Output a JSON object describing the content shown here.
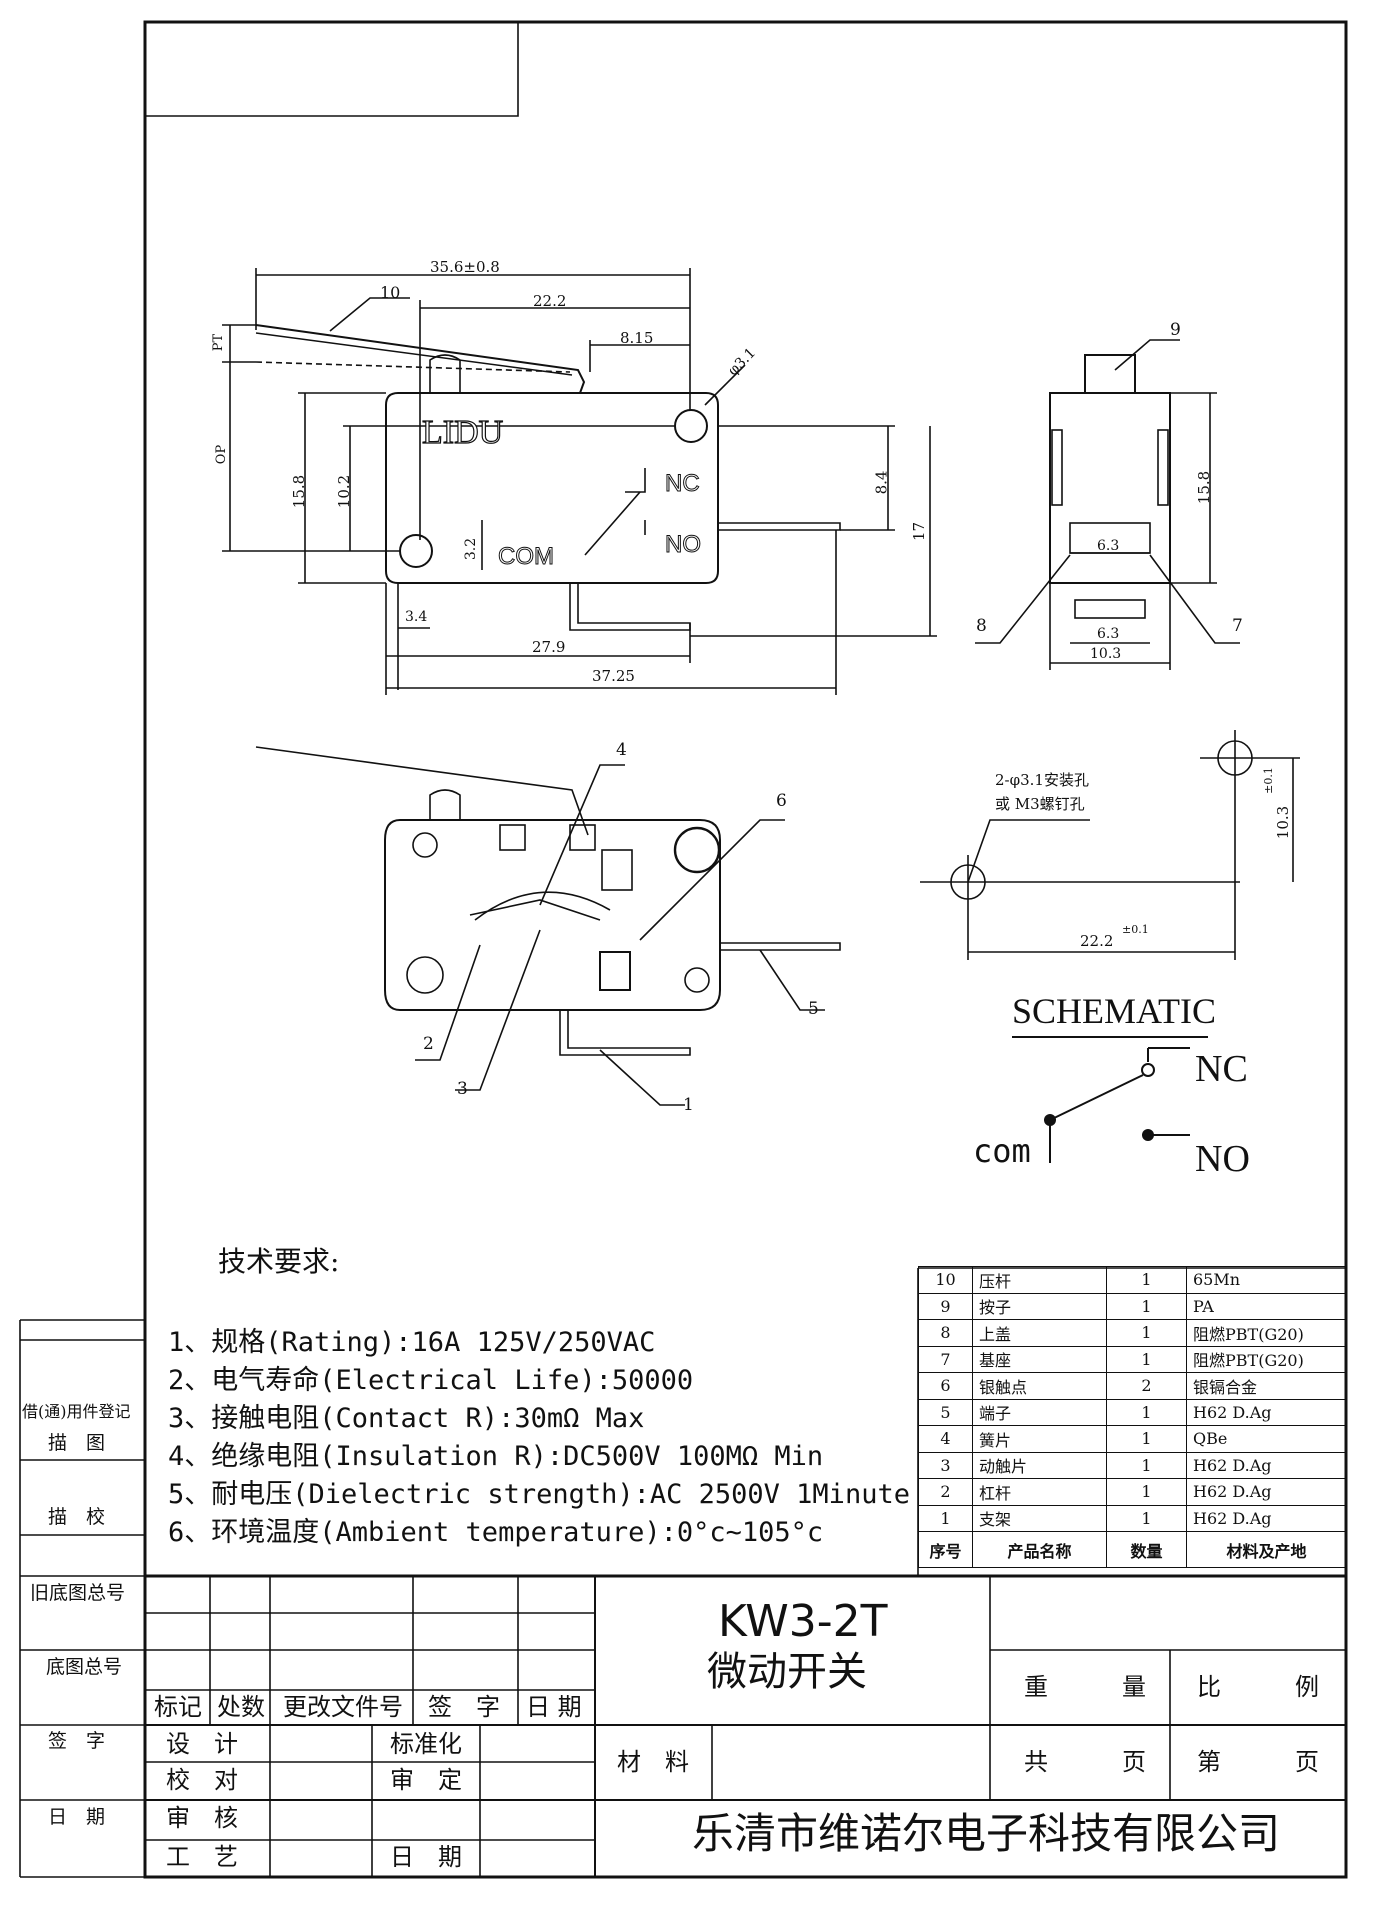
{
  "drawing": {
    "dimensions": {
      "overall_length": "35.6±0.8",
      "lever_span": "22.2",
      "hole_offset": "8.15",
      "hole_dia": "φ3.1",
      "pt": "PT",
      "op": "OP",
      "height_158": "15.8",
      "height_102": "10.2",
      "hole_dy": "3.2",
      "hole_dx": "3.4",
      "body_279": "27.9",
      "body_3725": "37.25",
      "term_84": "8.4",
      "total_17": "17",
      "side_158": "15.8",
      "side_63_top": "6.3",
      "side_63_bot": "6.3",
      "side_103": "10.3",
      "mount_103": "10.3",
      "mount_tol_v": "±0.1",
      "mount_222": "22.2",
      "mount_tol_h": "±0.1"
    },
    "labels": {
      "brand": "LIDU",
      "nc": "NC",
      "no": "NO",
      "com": "COM"
    },
    "callouts": [
      "1",
      "2",
      "3",
      "4",
      "5",
      "6",
      "7",
      "8",
      "9",
      "10"
    ],
    "mount_note_1": "2-φ3.1安装孔",
    "mount_note_2": "或 M3螺钉孔",
    "schematic": {
      "title": "SCHEMATIC",
      "nc": "NC",
      "no": "NO",
      "com": "com"
    }
  },
  "requirements": {
    "heading": "技术要求:",
    "items": [
      "1、规格(Rating):16A  125V/250VAC",
      "2、电气寿命(Electrical Life):50000",
      "3、接触电阻(Contact R):30mΩ  Max",
      "4、绝缘电阻(Insulation R):DC500V  100MΩ  Min",
      "5、耐电压(Dielectric strength):AC 2500V  1Minute",
      "6、环境温度(Ambient temperature):0°c~105°c"
    ]
  },
  "parts_table": {
    "rows": [
      {
        "no": "10",
        "name": "压杆",
        "qty": "1",
        "material": "65Mn"
      },
      {
        "no": "9",
        "name": "按子",
        "qty": "1",
        "material": "PA"
      },
      {
        "no": "8",
        "name": "上盖",
        "qty": "1",
        "material": "阻燃PBT(G20)"
      },
      {
        "no": "7",
        "name": "基座",
        "qty": "1",
        "material": "阻燃PBT(G20)"
      },
      {
        "no": "6",
        "name": "银触点",
        "qty": "2",
        "material": "银镉合金"
      },
      {
        "no": "5",
        "name": "端子",
        "qty": "1",
        "material": "H62     D.Ag"
      },
      {
        "no": "4",
        "name": "簧片",
        "qty": "1",
        "material": "QBe"
      },
      {
        "no": "3",
        "name": "动触片",
        "qty": "1",
        "material": "H62     D.Ag"
      },
      {
        "no": "2",
        "name": "杠杆",
        "qty": "1",
        "material": "H62     D.Ag"
      },
      {
        "no": "1",
        "name": "支架",
        "qty": "1",
        "material": "H62     D.Ag"
      }
    ],
    "header": {
      "no": "序号",
      "name": "产品名称",
      "qty": "数量",
      "material": "材料及产地"
    }
  },
  "side_block": {
    "register": "借(通)用件登记",
    "trace": "描　图",
    "trace_check": "描　校",
    "old_base_no": "旧底图总号",
    "base_no": "底图总号",
    "signature": "签　字",
    "date": "日　期"
  },
  "title_block": {
    "model": "KW3-2T",
    "name": "微动开关",
    "rev_mark": "标记",
    "rev_count": "处数",
    "rev_doc": "更改文件号",
    "rev_sign": "签　字",
    "rev_date": "日 期",
    "design": "设　计",
    "check": "校　对",
    "review": "审　核",
    "process": "工　艺",
    "standard": "标准化",
    "approve": "审　定",
    "date": "日　期",
    "material": "材　料",
    "weight_1": "重",
    "weight_2": "量",
    "scale_1": "比",
    "scale_2": "例",
    "total_1": "共",
    "total_2": "页",
    "page_1": "第",
    "page_2": "页",
    "company": "乐清市维诺尔电子科技有限公司"
  }
}
